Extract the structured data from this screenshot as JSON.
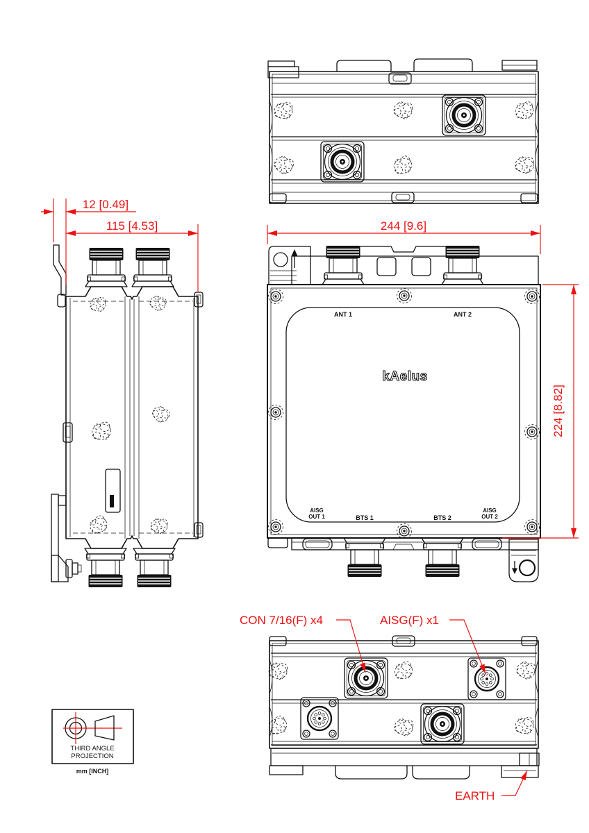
{
  "colors": {
    "line": "#111111",
    "red": "#ee1111"
  },
  "dimensions": {
    "mount_offset": "12 [0.49]",
    "depth": "115 [4.53]",
    "width": "244 [9.6]",
    "height": "224 [8.82]"
  },
  "front_view": {
    "port_top_left": "ANT 1",
    "port_top_right": "ANT 2",
    "port_aisg_out1_line1": "AISG",
    "port_aisg_out1_line2": "OUT 1",
    "port_bts1": "BTS 1",
    "port_bts2": "BTS 2",
    "port_aisg_out2_line1": "AISG",
    "port_aisg_out2_line2": "OUT 2",
    "logo": "kAelus"
  },
  "callouts": {
    "rf_connectors": "CON 7/16(F) x4",
    "aisg_connector": "AISG(F) x1",
    "earth": "EARTH"
  },
  "projection_box": {
    "line1": "THIRD ANGLE",
    "line2": "PROJECTION",
    "units": "mm [INCH]"
  }
}
